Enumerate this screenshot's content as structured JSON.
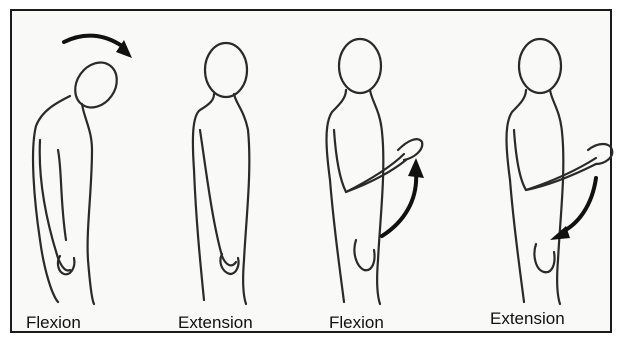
{
  "panels": [
    {
      "label": "Flexion",
      "movement": "neck-flexion"
    },
    {
      "label": "Extension",
      "movement": "neck-extension"
    },
    {
      "label": "Flexion",
      "movement": "elbow-flexion"
    },
    {
      "label": "Extension",
      "movement": "elbow-extension"
    }
  ],
  "colors": {
    "line": "#2a2a2a",
    "arrow": "#111111",
    "background": "#f9f9f7"
  }
}
